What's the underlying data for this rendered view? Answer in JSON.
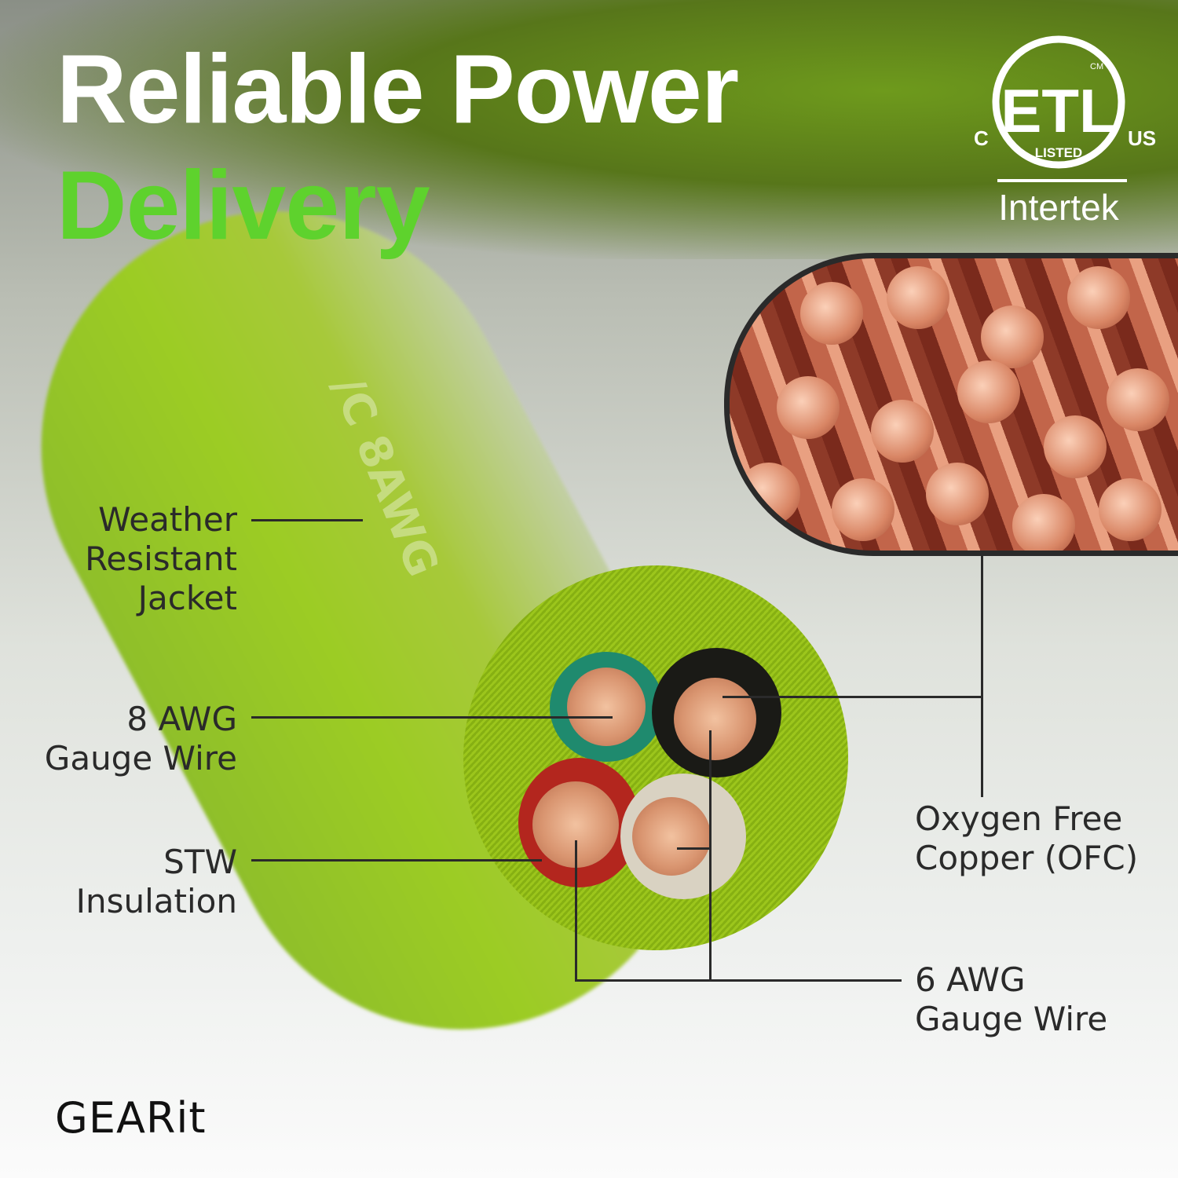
{
  "headline": {
    "line1": "Reliable Power",
    "line2": "Delivery"
  },
  "colors": {
    "accent_green": "#5ed22d",
    "label_text": "#2a2a2a",
    "white": "#ffffff"
  },
  "certification": {
    "mark": "ETL",
    "left": "C",
    "right": "US",
    "superscript": "CM",
    "ring_text": "LISTED",
    "issuer": "Intertek"
  },
  "cable_embossing": "/C 8AWG",
  "callouts": [
    {
      "text": "Weather Resistant Jacket"
    },
    {
      "line1": "8 AWG",
      "line2": "Gauge Wire"
    },
    {
      "line1": "STW",
      "line2": "Insulation"
    },
    {
      "line1": "Oxygen Free",
      "line2": "Copper (OFC)"
    },
    {
      "line1": "6 AWG",
      "line2": "Gauge Wire"
    }
  ],
  "callout_weather": {
    "l1": "Weather",
    "l2": "Resistant",
    "l3": "Jacket"
  },
  "brand": "GEARit"
}
